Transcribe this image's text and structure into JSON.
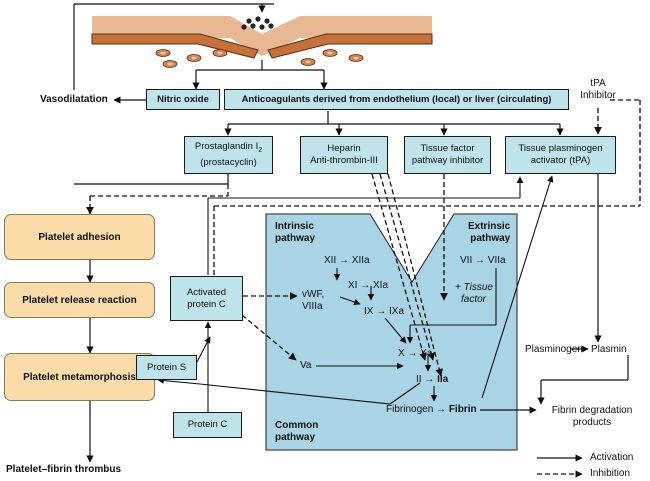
{
  "labels": {
    "vasodilatation": "Vasodilatation",
    "nitric_oxide": "Nitric oxide",
    "anticoagulants": "Anticoagulants derived from endothelium (local) or liver (circulating)",
    "tpa_inhibitor_1": "tPA",
    "tpa_inhibitor_2": "Inhibitor",
    "prostaglandin_1": "Prostaglandin I",
    "prostaglandin_sub": "2",
    "prostaglandin_2": "(prostacyclin)",
    "heparin_1": "Heparin",
    "heparin_2": "Anti-thrombin-III",
    "tfpi_1": "Tissue factor",
    "tfpi_2": "pathway inhibitor",
    "tpa_1": "Tissue plasminogen",
    "tpa_2": "activator (tPA)",
    "platelet_adhesion": "Platelet adhesion",
    "platelet_release": "Platelet release reaction",
    "platelet_metamorphosis": "Platelet metamorphosis",
    "platelet_fibrin": "Platelet–fibrin thrombus",
    "activated_protein_c_1": "Activated",
    "activated_protein_c_2": "protein C",
    "protein_s": "Protein S",
    "protein_c": "Protein C",
    "intrinsic_1": "Intrinsic",
    "intrinsic_2": "pathway",
    "extrinsic_1": "Extrinsic",
    "extrinsic_2": "pathway",
    "common_1": "Common",
    "common_2": "pathway",
    "xii": "XII → XIIa",
    "xi": "XI → XIa",
    "ix": "IX → IXa",
    "x": "X → Xa",
    "ii": "II → ",
    "iia": "IIa",
    "vii": "VII → VIIa",
    "tissue_factor_1": "+ Tissue",
    "tissue_factor_2": "factor",
    "vwf_1": "vWF,",
    "vwf_2": "VIIIa",
    "va": "Va",
    "fibrinogen": "Fibrinogen → ",
    "fibrin": "Fibrin",
    "plasminogen": "Plasminogen",
    "plasmin": "Plasmin",
    "fdp_1": "Fibrin degradation",
    "fdp_2": "products",
    "legend_activation": "Activation",
    "legend_inhibition": "Inhibition"
  },
  "colors": {
    "vessel_band": "#e8b892",
    "vessel_wall": "#c7713a",
    "cascade_bg": "#a8d4e6",
    "teal_box": "#bfe3ea",
    "platelet_box": "#f9dca7"
  },
  "icons": [
    "platelet-dots",
    "red-blood-cell",
    "arrowhead"
  ]
}
